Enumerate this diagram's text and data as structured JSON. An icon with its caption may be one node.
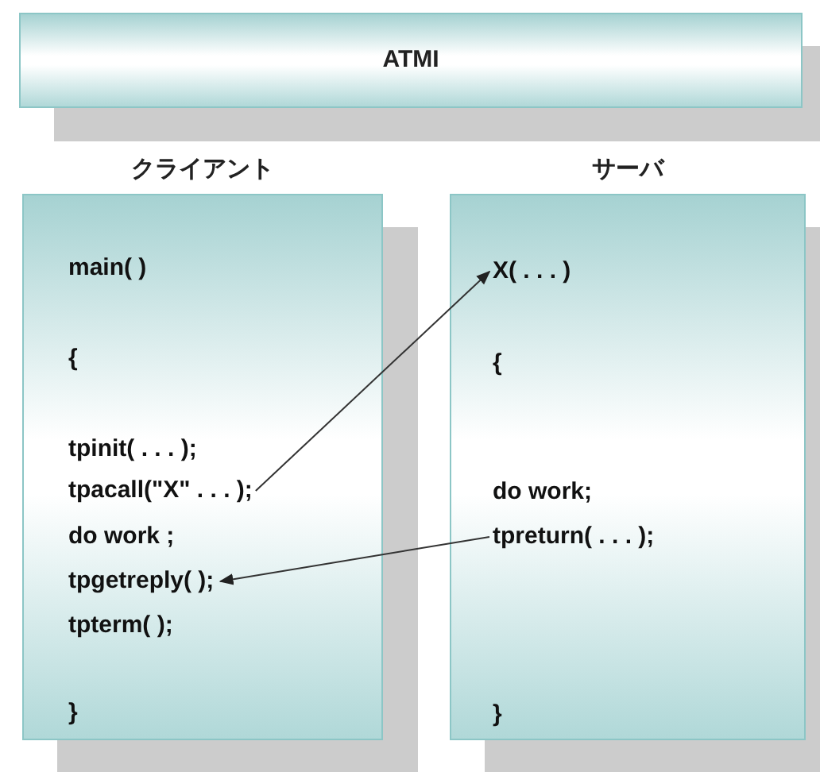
{
  "diagram": {
    "nodes": [
      {
        "text": [
          "ATMI"
        ]
      },
      {
        "text": [
          "クライアント"
        ]
      },
      {
        "text": [
          "main( )"
        ],
        "in": 1
      },
      {
        "text": [
          "{"
        ],
        "in": 1
      },
      {
        "text": [
          "tpinit( . . . );"
        ],
        "in": 1
      },
      {
        "text": [
          "tpacall(\"X\" . . . );"
        ],
        "in": 1
      },
      {
        "text": [
          "do work ;"
        ],
        "in": 1
      },
      {
        "text": [
          "tpgetreply( );"
        ],
        "in": 1
      },
      {
        "text": [
          "tpterm( );"
        ],
        "in": 1
      },
      {
        "text": [
          "}"
        ],
        "in": 1
      },
      {
        "text": [
          "サーバ"
        ]
      },
      {
        "text": [
          "X( . . . )"
        ],
        "in": 10
      },
      {
        "text": [
          "{"
        ],
        "in": 10
      },
      {
        "text": [
          "do work;"
        ],
        "in": 10
      },
      {
        "text": [
          "tpreturn( . . . );"
        ],
        "in": 10
      },
      {
        "text": [
          "}"
        ],
        "in": 10
      }
    ],
    "edges": [
      {
        "from": 5,
        "to": 11,
        "arrow": "to"
      },
      {
        "from": 14,
        "to": 7,
        "arrow": "to"
      }
    ]
  }
}
